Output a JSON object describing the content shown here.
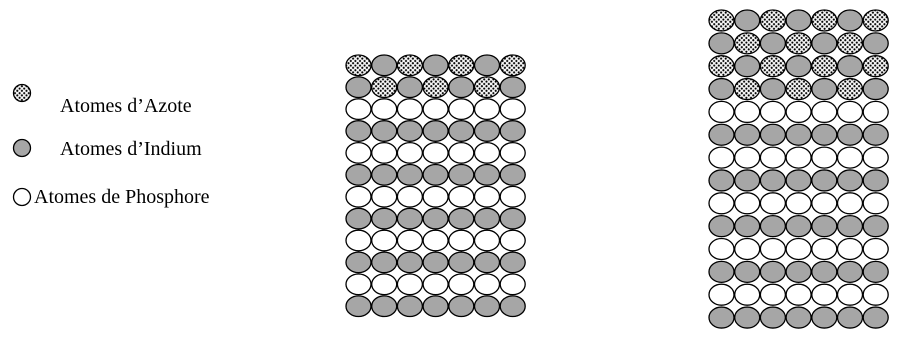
{
  "legend": {
    "items": [
      {
        "key": "N",
        "label": "Atomes d’Azote"
      },
      {
        "key": "In",
        "label": "Atomes d’Indium"
      },
      {
        "key": "P",
        "label": "Atomes de Phosphore"
      }
    ]
  },
  "atom_types": {
    "N": {
      "fill": "#f7f7f7",
      "dotted": true,
      "dot_color": "#000000"
    },
    "In": {
      "fill": "#a6a6a6",
      "dotted": false
    },
    "P": {
      "fill": "#ffffff",
      "dotted": false
    }
  },
  "structures": [
    {
      "name": "structure-left",
      "rows": [
        [
          "N",
          "In",
          "N",
          "In",
          "N",
          "In",
          "N"
        ],
        [
          "In",
          "N",
          "In",
          "N",
          "In",
          "N",
          "In"
        ],
        [
          "P",
          "P",
          "P",
          "P",
          "P",
          "P",
          "P"
        ],
        [
          "In",
          "In",
          "In",
          "In",
          "In",
          "In",
          "In"
        ],
        [
          "P",
          "P",
          "P",
          "P",
          "P",
          "P",
          "P"
        ],
        [
          "In",
          "In",
          "In",
          "In",
          "In",
          "In",
          "In"
        ],
        [
          "P",
          "P",
          "P",
          "P",
          "P",
          "P",
          "P"
        ],
        [
          "In",
          "In",
          "In",
          "In",
          "In",
          "In",
          "In"
        ],
        [
          "P",
          "P",
          "P",
          "P",
          "P",
          "P",
          "P"
        ],
        [
          "In",
          "In",
          "In",
          "In",
          "In",
          "In",
          "In"
        ],
        [
          "P",
          "P",
          "P",
          "P",
          "P",
          "P",
          "P"
        ],
        [
          "In",
          "In",
          "In",
          "In",
          "In",
          "In",
          "In"
        ]
      ]
    },
    {
      "name": "structure-right",
      "rows": [
        [
          "N",
          "In",
          "N",
          "In",
          "N",
          "In",
          "N"
        ],
        [
          "In",
          "N",
          "In",
          "N",
          "In",
          "N",
          "In"
        ],
        [
          "N",
          "In",
          "N",
          "In",
          "N",
          "In",
          "N"
        ],
        [
          "In",
          "N",
          "In",
          "N",
          "In",
          "N",
          "In"
        ],
        [
          "P",
          "P",
          "P",
          "P",
          "P",
          "P",
          "P"
        ],
        [
          "In",
          "In",
          "In",
          "In",
          "In",
          "In",
          "In"
        ],
        [
          "P",
          "P",
          "P",
          "P",
          "P",
          "P",
          "P"
        ],
        [
          "In",
          "In",
          "In",
          "In",
          "In",
          "In",
          "In"
        ],
        [
          "P",
          "P",
          "P",
          "P",
          "P",
          "P",
          "P"
        ],
        [
          "In",
          "In",
          "In",
          "In",
          "In",
          "In",
          "In"
        ],
        [
          "P",
          "P",
          "P",
          "P",
          "P",
          "P",
          "P"
        ],
        [
          "In",
          "In",
          "In",
          "In",
          "In",
          "In",
          "In"
        ],
        [
          "P",
          "P",
          "P",
          "P",
          "P",
          "P",
          "P"
        ],
        [
          "In",
          "In",
          "In",
          "In",
          "In",
          "In",
          "In"
        ]
      ]
    }
  ]
}
